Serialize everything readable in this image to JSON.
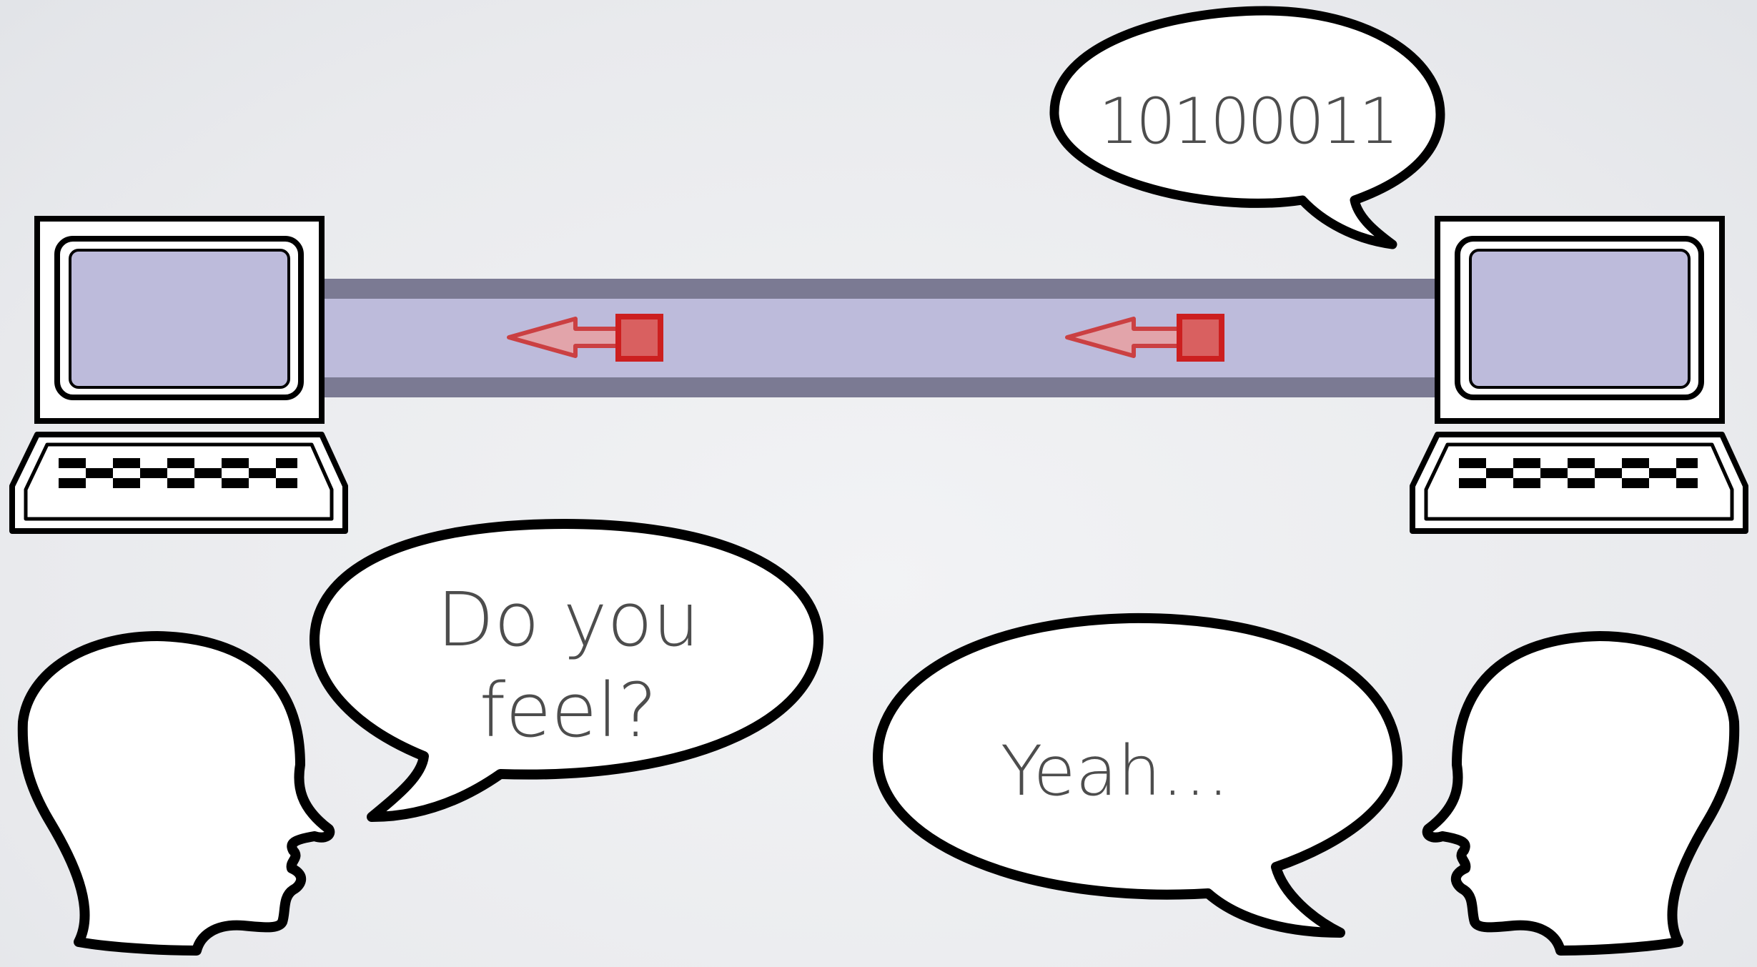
{
  "bubbles": {
    "computer": "10100011",
    "question_line1": "Do you",
    "question_line2": "feel?",
    "answer": "Yeah…"
  },
  "colors": {
    "background": "#eceef1",
    "screen_fill": "#bdbbdb",
    "channel_fill": "#bdbbdb",
    "channel_border": "#7b7a93",
    "packet_red": "#cc1f1f",
    "packet_fill": "#d96060",
    "outline": "#000000",
    "text": "#4d4d4d"
  },
  "icons": {
    "left_computer": "computer-icon",
    "right_computer": "computer-icon",
    "left_head": "head-icon",
    "right_head": "head-icon",
    "packet_arrow": "packet-arrow-icon"
  }
}
